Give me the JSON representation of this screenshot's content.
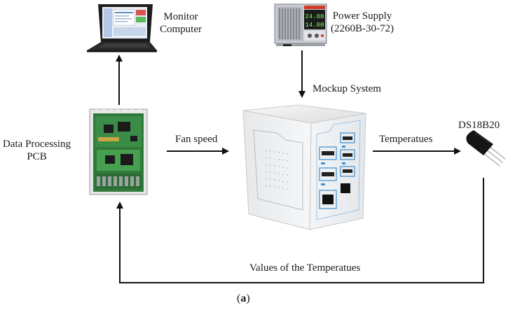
{
  "labels": {
    "monitor": "Monitor\nComputer",
    "power_supply": "Power Supply\n(2260B-30-72)",
    "mockup": "Mockup System",
    "pcb": "Data Processing\nPCB",
    "fan_speed": "Fan speed",
    "temperatures": "Temperatues",
    "sensor": "DS18B20",
    "feedback": "Values of the Temperatues",
    "caption_open": "(",
    "caption_letter": "a",
    "caption_close": ")"
  },
  "power_display": {
    "line1": "24.00",
    "line2": "14.00"
  },
  "colors": {
    "arrow": "#111111",
    "pcb_green": "#2f7a3a",
    "box_white": "#f4f6f8",
    "box_accent": "#3f8fd0",
    "ps_red": "#d43a2a",
    "ps_green_led": "#7cff5a"
  }
}
